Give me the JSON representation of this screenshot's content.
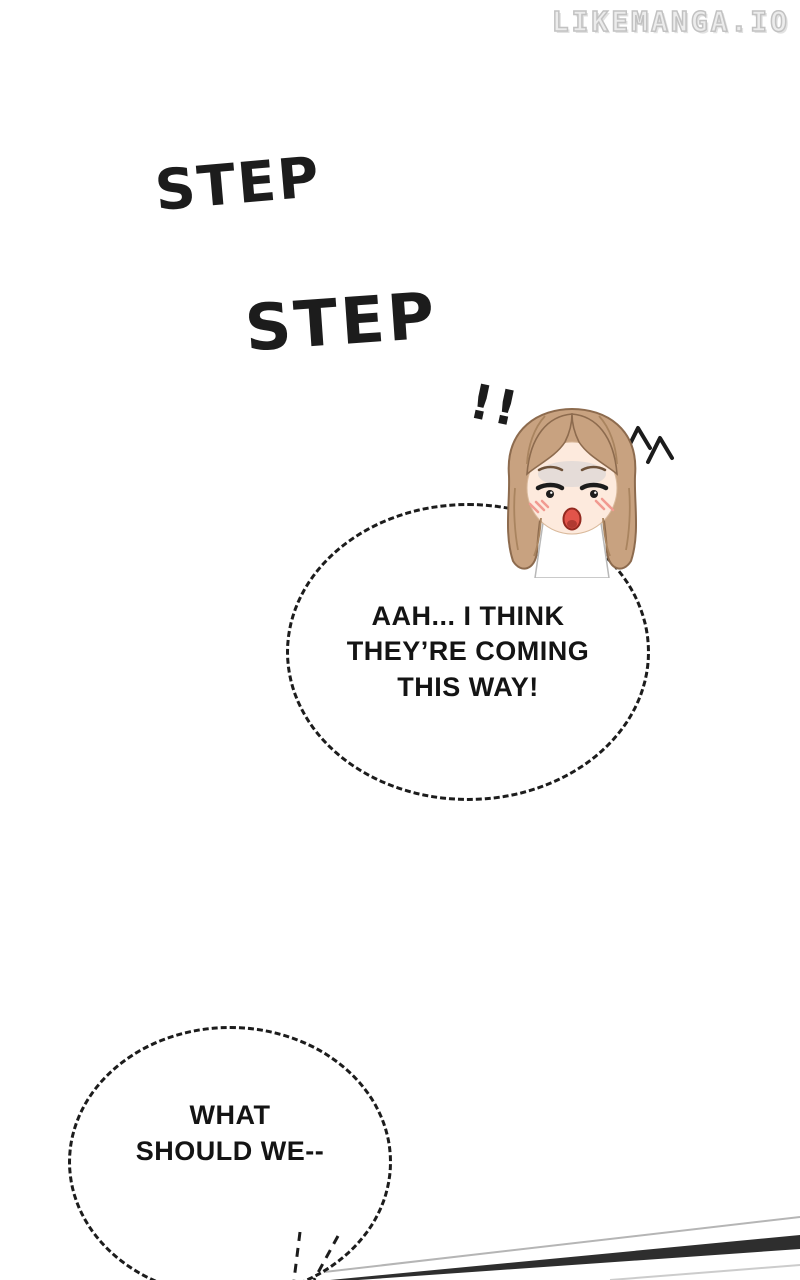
{
  "page": {
    "background": "#ffffff",
    "ink": "#1c1c1c",
    "watermark_color": "#c2c2c2"
  },
  "watermark": {
    "text": "LIKEMANGA.IO"
  },
  "sfx": {
    "step1": "STEP",
    "step2": "STEP",
    "exclaim": "!!"
  },
  "character": {
    "description": "shocked girl with light brown hair",
    "hair_color": "#c8a280",
    "skin_color": "#fdeadd",
    "blush_color": "#f19a90",
    "mouth_color": "#e2544a"
  },
  "bubbles": {
    "bubble1": {
      "lines": [
        "AAH... I THINK",
        "THEY’RE COMING",
        "THIS WAY!"
      ]
    },
    "bubble2": {
      "lines": [
        "WHAT",
        "SHOULD WE--"
      ]
    }
  }
}
